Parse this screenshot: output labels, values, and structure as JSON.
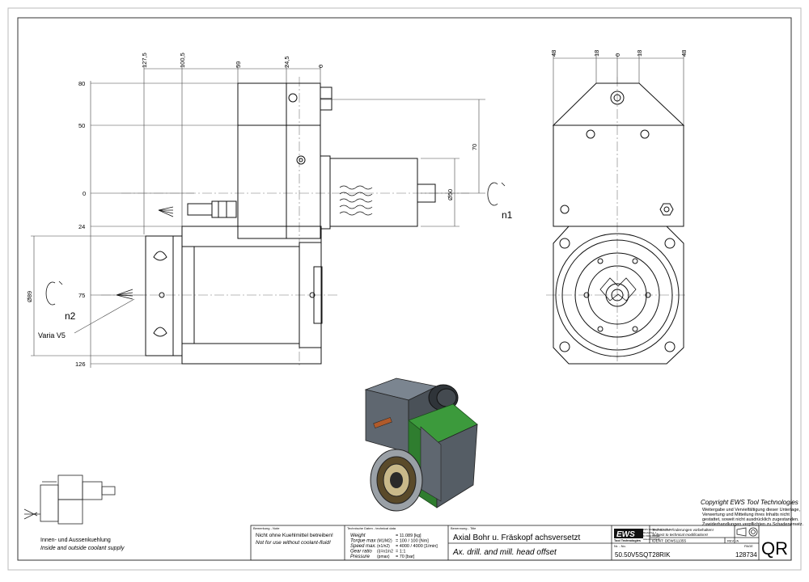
{
  "dimensions": {
    "top_labels": [
      "127,5",
      "100,5",
      "59",
      "24,5",
      "0"
    ],
    "left_labels": [
      "80",
      "50",
      "0",
      "24",
      "75",
      "126"
    ],
    "vertical_70": "70",
    "dia_50": "Ø50",
    "dia_89": "Ø89",
    "n1": "n1",
    "n2": "n2",
    "varia": "Varia V5",
    "right_top_labels": [
      "48",
      "18",
      "0",
      "18",
      "48"
    ]
  },
  "coolant": {
    "de": "Innen- und Aussenkuehlung",
    "en": "Inside and outside coolant supply"
  },
  "copyright": {
    "title": "Copyright EWS Tool Technologies",
    "lines": [
      "Weitergabe und Vervielfältigung dieser Unterlage,",
      "Verwertung und Mitteilung ihres Inhalts nicht",
      "gestattet, soweit nicht ausdrücklich zugestanden.",
      "Zuwiderhandlungen verpflichten zu Schadenersatz."
    ]
  },
  "titleblock": {
    "note_header": "Bemerkung - Note",
    "note_de": "Nicht ohne Kuehlmittel betreiben!",
    "note_en": "Not for use without coolant-fluid!",
    "tech_header": "Technische Daten - technical data",
    "tech_rows": [
      {
        "label": "Weight",
        "sym": "",
        "value": "= 11.089 [kg]"
      },
      {
        "label": "Torque max",
        "sym": "(M1/M2)",
        "value": "= 100 / 100 [Nm]"
      },
      {
        "label": "Speed max.",
        "sym": "(n1/n2)",
        "value": "= 4000 / 4000 [1/min]"
      },
      {
        "label": "Gear ratio",
        "sym": "(i)=n1/n2",
        "value": "= 1:1"
      },
      {
        "label": "Pressure",
        "sym": "(pmax)",
        "value": "= 70 [bar]"
      }
    ],
    "name_header": "Benennung - Title",
    "title_de": "Axial Bohr u. Fräskopf achsversetzt",
    "title_en": "Ax. drill. and mill. head offset",
    "nr_header": "Nr. - No.",
    "part_no": "50.50V5SQT28RIK",
    "logo": "EWS",
    "logo_sub": "Tool Technologies",
    "company_lines": [
      "EWS Weigele GmbH & Co. KG",
      "Maybachstr. 1",
      "D-73066 Uhingen",
      "www.ews-tools.de"
    ],
    "change_note_de": "Technische Änderungen vorbehalten!",
    "change_note_en": "Subject to technical modifications!",
    "ident": "IDENT: DEWS11355",
    "rev": "REV: /A",
    "page_label": "PAGE",
    "sheet_no": "128734",
    "qr": "QR"
  }
}
